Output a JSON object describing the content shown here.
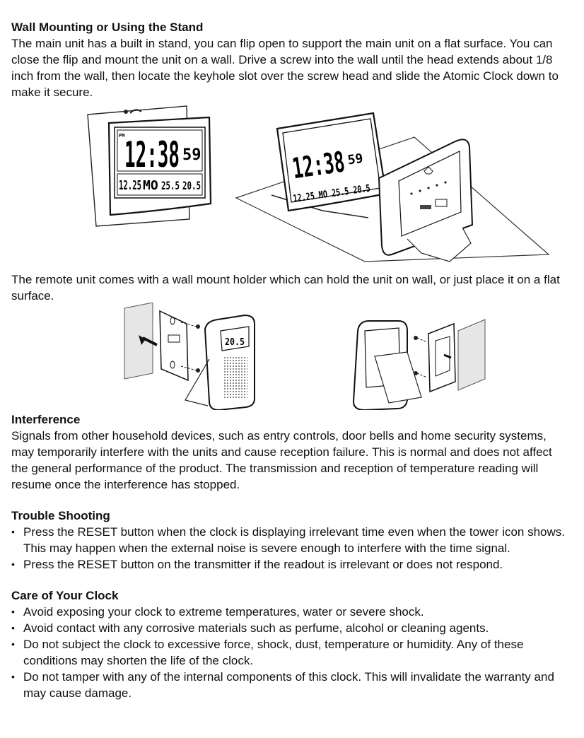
{
  "wall_mount": {
    "title": "Wall Mounting or Using the Stand",
    "body": "The main unit has a built in stand, you can flip open to support the main unit on a flat surface. You can close the flip and mount the unit on a wall. Drive a screw into the wall until the head extends about 1/8 inch from the wall, then locate the keyhole slot over the screw head and slide the Atomic Clock down to make it secure."
  },
  "clock_display": {
    "time": "12:38",
    "seconds": "59",
    "meridiem": "PM",
    "date": "12.25",
    "weekday": "MO",
    "indoor_temp": "25.5",
    "outdoor_temp": "20.5",
    "remote_temp": "20.5"
  },
  "remote_unit": {
    "body": "The remote unit comes with a wall mount holder which can hold the unit on wall, or just place it on a flat surface."
  },
  "interference": {
    "title": "Interference",
    "body": "Signals from other household devices, such as entry controls, door bells and home security systems, may temporarily interfere with the units and cause reception failure. This is normal and does not affect the general performance of the product. The transmission and reception of temperature reading will resume once the interference has stopped."
  },
  "trouble_shooting": {
    "title": "Trouble Shooting",
    "items": [
      "Press the RESET button when the clock is displaying irrelevant time even when the tower icon shows. This may happen when the external noise is severe enough to interfere with the time signal.",
      "Press the RESET button on the transmitter if the readout is irrelevant or does not respond."
    ]
  },
  "care": {
    "title": "Care of Your Clock",
    "items": [
      "Avoid exposing your clock to extreme temperatures, water or severe shock.",
      "Avoid contact with any corrosive materials such as perfume, alcohol or cleaning agents.",
      "Do not subject the clock to excessive force, shock, dust, temperature or humidity. Any of these conditions may shorten the life of the clock.",
      "Do not tamper with any of the internal components of this clock. This will invalidate the warranty and may cause damage."
    ]
  }
}
